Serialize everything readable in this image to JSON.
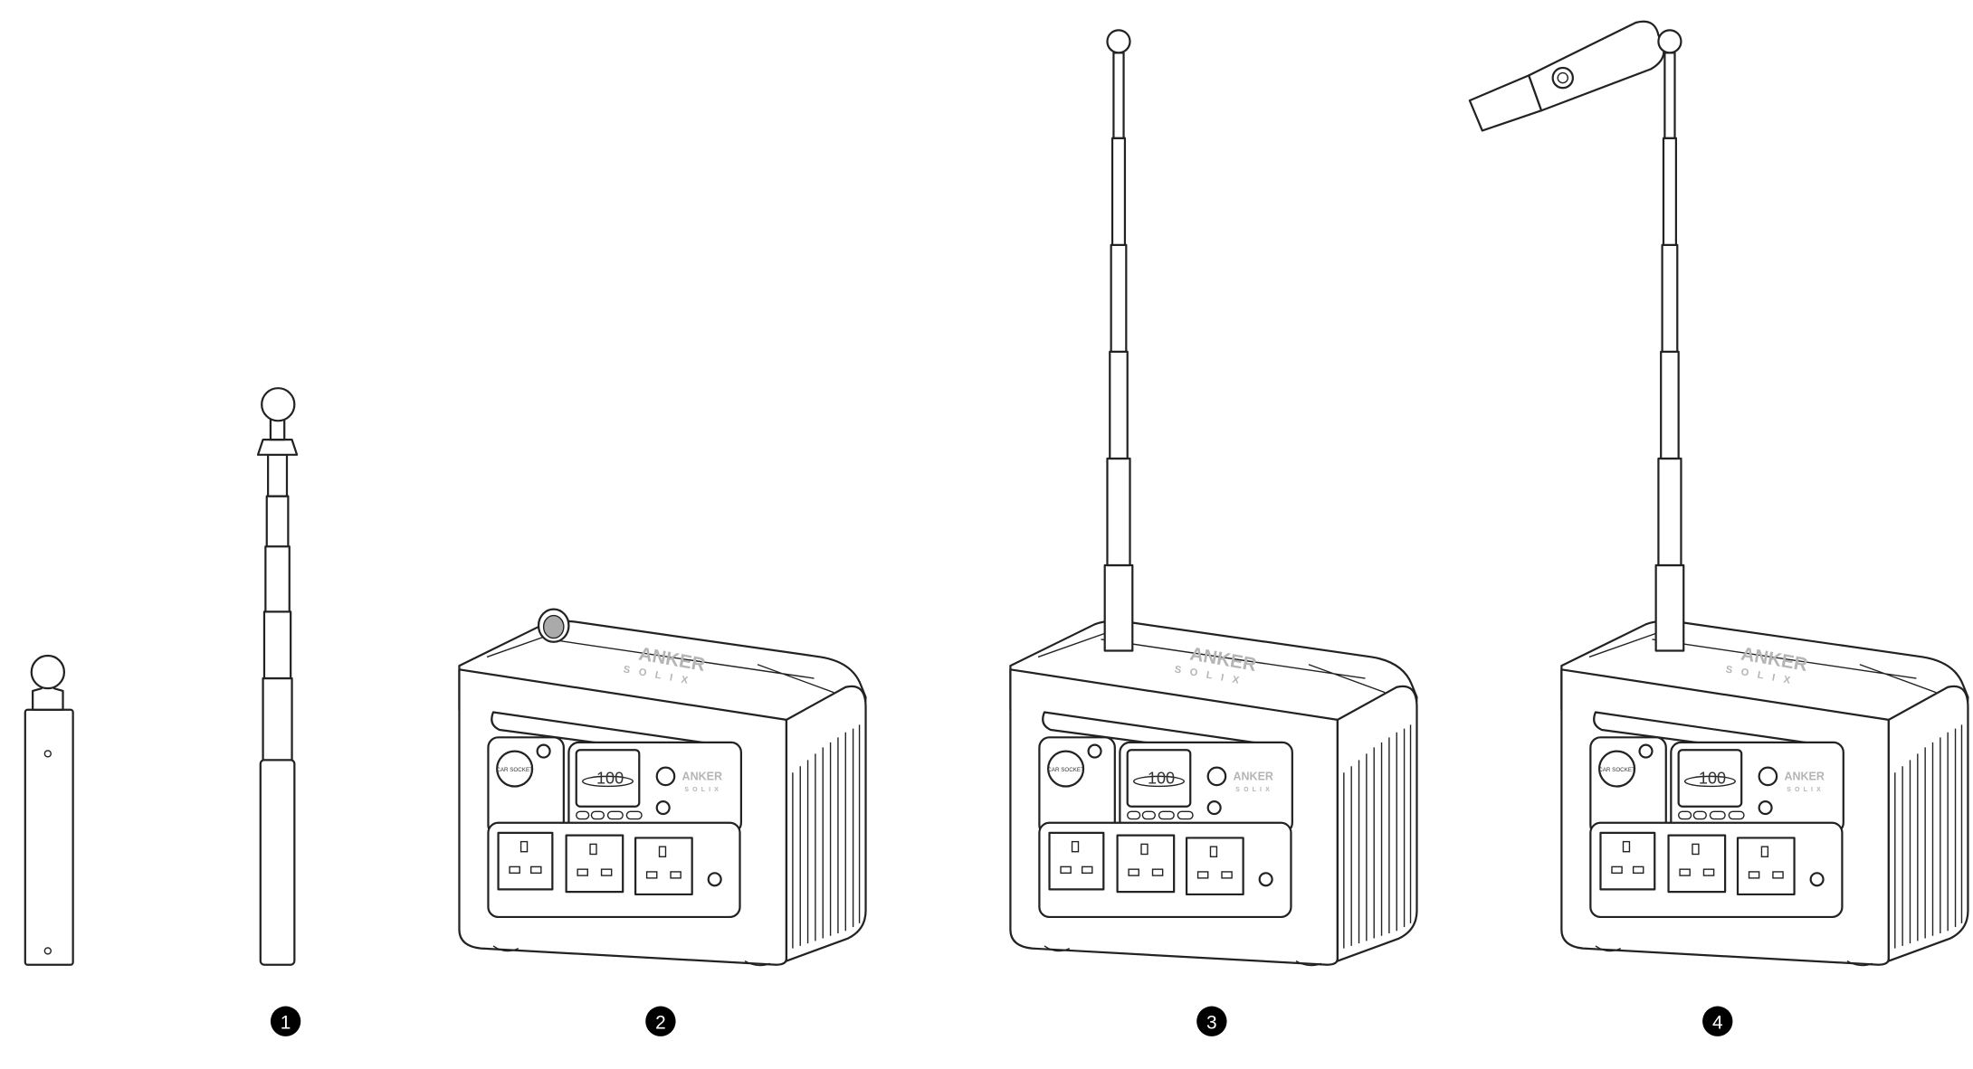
{
  "figure": {
    "brand": "ANKER",
    "sub_brand": "SOLIX",
    "display_value": "100",
    "display_unit": "%",
    "socket_label": "CAR SOCKET",
    "steps": [
      {
        "label": "1"
      },
      {
        "label": "2"
      },
      {
        "label": "3"
      },
      {
        "label": "4"
      }
    ]
  }
}
